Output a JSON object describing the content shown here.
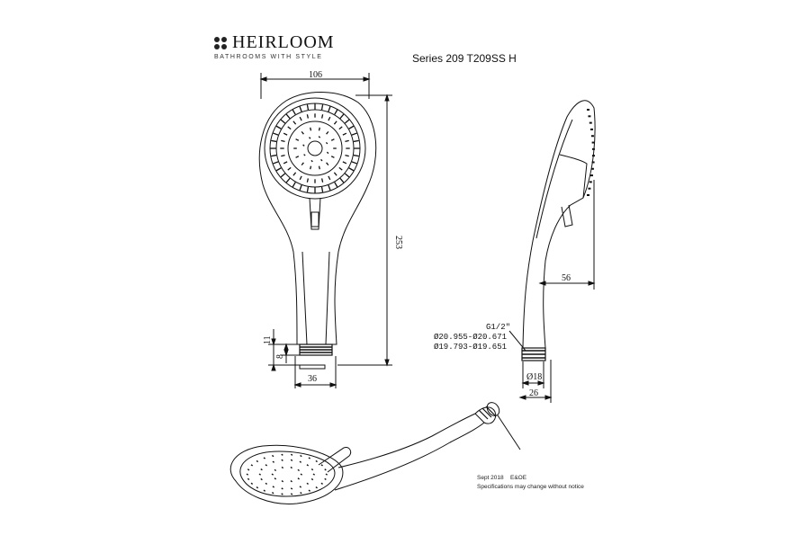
{
  "header": {
    "brand": "HEIRLOOM",
    "tagline": "BATHROOMS WITH STYLE",
    "model": "Series 209  T209SS H"
  },
  "dimensions": {
    "head_width": "106",
    "total_length": "253",
    "connector_height": "11",
    "thread_height": "8",
    "base_width": "36",
    "head_depth": "56",
    "thread_dia": "Ø18",
    "handle_depth": "26"
  },
  "thread_spec": {
    "type": "G1/2\"",
    "major": "Ø20.955-Ø20.671",
    "minor": "Ø19.793-Ø19.651"
  },
  "footer": {
    "date": "Sept 2018",
    "eoe": "E&OE",
    "note": "Specifications may change without notice"
  },
  "icons": {
    "logo": "four-dot-logo-icon"
  }
}
